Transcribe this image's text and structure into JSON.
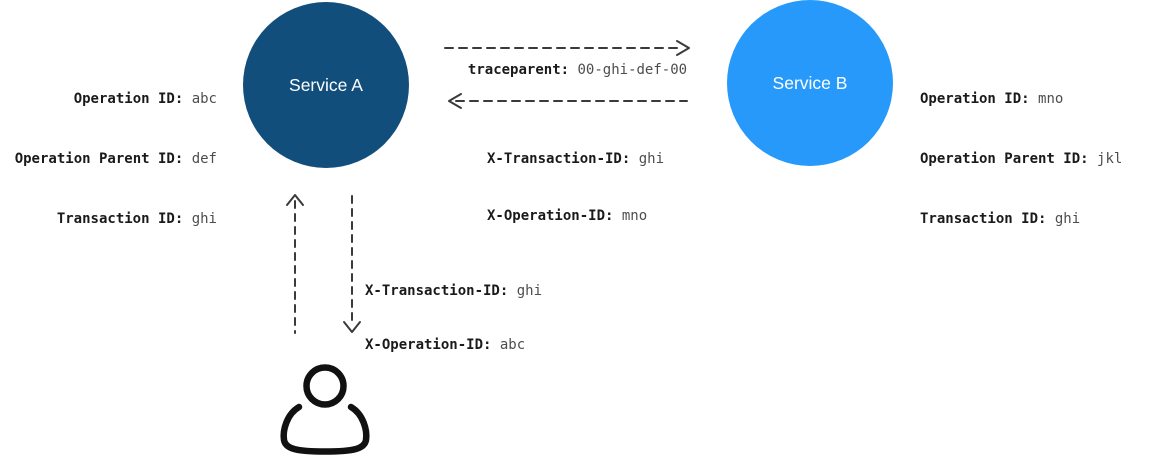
{
  "canvas": {
    "background": "#ffffff"
  },
  "colors": {
    "service_a_fill": "#124E7C",
    "service_b_fill": "#2699FB",
    "arrow_stroke": "#3a3a3a",
    "label_text": "#1a1a1a",
    "value_text": "#4d4d4d",
    "person_stroke": "#111111"
  },
  "service_a": {
    "name": "Service A",
    "ids": [
      {
        "label": "Operation ID:",
        "value": "abc"
      },
      {
        "label": "Operation Parent ID:",
        "value": "def"
      },
      {
        "label": "Transaction ID:",
        "value": "ghi"
      }
    ]
  },
  "service_b": {
    "name": "Service B",
    "ids": [
      {
        "label": "Operation ID:",
        "value": "mno"
      },
      {
        "label": "Operation Parent ID:",
        "value": "jkl"
      },
      {
        "label": "Transaction ID:",
        "value": "ghi"
      }
    ]
  },
  "request_arrow": {
    "headers": [
      {
        "label": "traceparent:",
        "value": "00-ghi-def-00"
      }
    ]
  },
  "response_arrow": {
    "headers": [
      {
        "label": "X-Transaction-ID:",
        "value": "ghi"
      },
      {
        "label": "X-Operation-ID:",
        "value": "mno"
      }
    ]
  },
  "user_request": {
    "headers": [
      {
        "label": "X-Transaction-ID:",
        "value": "ghi"
      },
      {
        "label": "X-Operation-ID:",
        "value": "abc"
      }
    ]
  }
}
